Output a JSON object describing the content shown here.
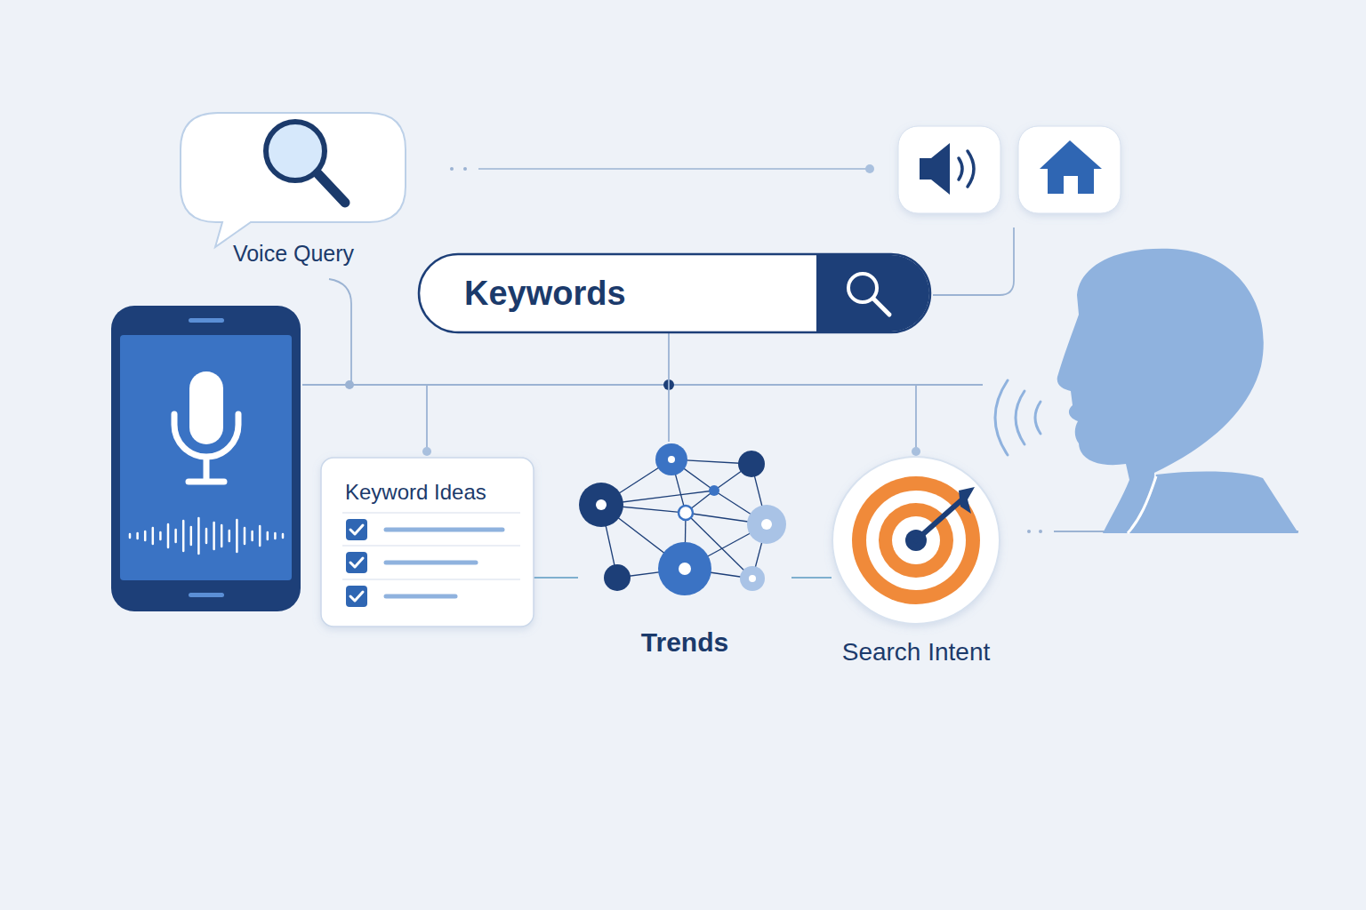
{
  "diagram": {
    "nodes": [
      {
        "text": [
          "Voice Query"
        ]
      },
      {
        "text": [
          "Keywords"
        ]
      },
      {
        "text": [
          "Keyword Ideas"
        ]
      },
      {
        "text": [
          "Trends"
        ]
      },
      {
        "text": [
          "Search Intent"
        ]
      }
    ],
    "edges": [
      {
        "from": 1,
        "to": 3,
        "arrow": "none"
      },
      {
        "from": 2,
        "to": 3,
        "arrow": "none"
      },
      {
        "from": 3,
        "to": 4,
        "arrow": "none"
      }
    ]
  }
}
